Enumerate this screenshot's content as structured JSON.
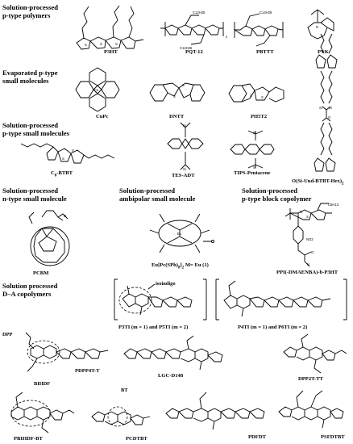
{
  "sections": {
    "p_polymers": "Solution-processed\np-type polymers",
    "evap_small": "Evaporated p-type\nsmall molecules",
    "sol_small": "Solution-processed\np-type small molecules",
    "n_small": "Solution-processed\nn-type small molecule",
    "ambipolar": "Solution-processed\nambipolar small molecule",
    "block": "Solution-processed\np-type block copolymer",
    "da": "Solution processed\nD–A copolymers"
  },
  "labels": {
    "p3ht": "P3HT",
    "pqt12": "PQT-12",
    "pbttt": "PBTTT",
    "pvk": "PVK",
    "cupc": "CuPc",
    "dntt": "DNTT",
    "ph5t2": "PH5T2",
    "c8btbt": "C",
    "c8btbt_sub": "8",
    "c8btbt_tail": "-BTBT",
    "tesadt": "TES-ADT",
    "tips": "TIPS-Pentacene",
    "osi": "O(Si-Und-BTBT-Hex)",
    "osi_sub": "2",
    "pcbm": "PCBM",
    "eupc": "Eu[Pc(SPh)",
    "eupc_sub1": "8",
    "eupc_mid": "]",
    "eupc_sub2": "2",
    "eupc_tail": " M= Eu (1)",
    "ppi": "PPI(-DMAENBA)-b-P3HT",
    "p3ti": "P3TI (m = 1) and P5TI (m = 2)",
    "p4ti": "P4TI (m = 1) and P6TI (m = 2)",
    "pdpp4t": "PDPP4T-T",
    "lgc": "LGC-D148",
    "dpp2t": "DPP2T-TT",
    "pbihdf": "PBIHDF-BT",
    "pcdtbt": "PCDTBT",
    "pdfdt": "PDFDT",
    "psfdtbt": "PSFDTBT"
  },
  "annotations": {
    "isoindigo": "isoindigo",
    "dpp": "DPP",
    "bihdf": "BIHDF",
    "bt": "BT"
  },
  "atoms": {
    "s": "S",
    "n": "N",
    "o": "O",
    "si": "Si",
    "cu": "Cu",
    "c12": "C12H25",
    "c14": "C14H29",
    "c6": "C6H13",
    "no2": "NO2"
  }
}
